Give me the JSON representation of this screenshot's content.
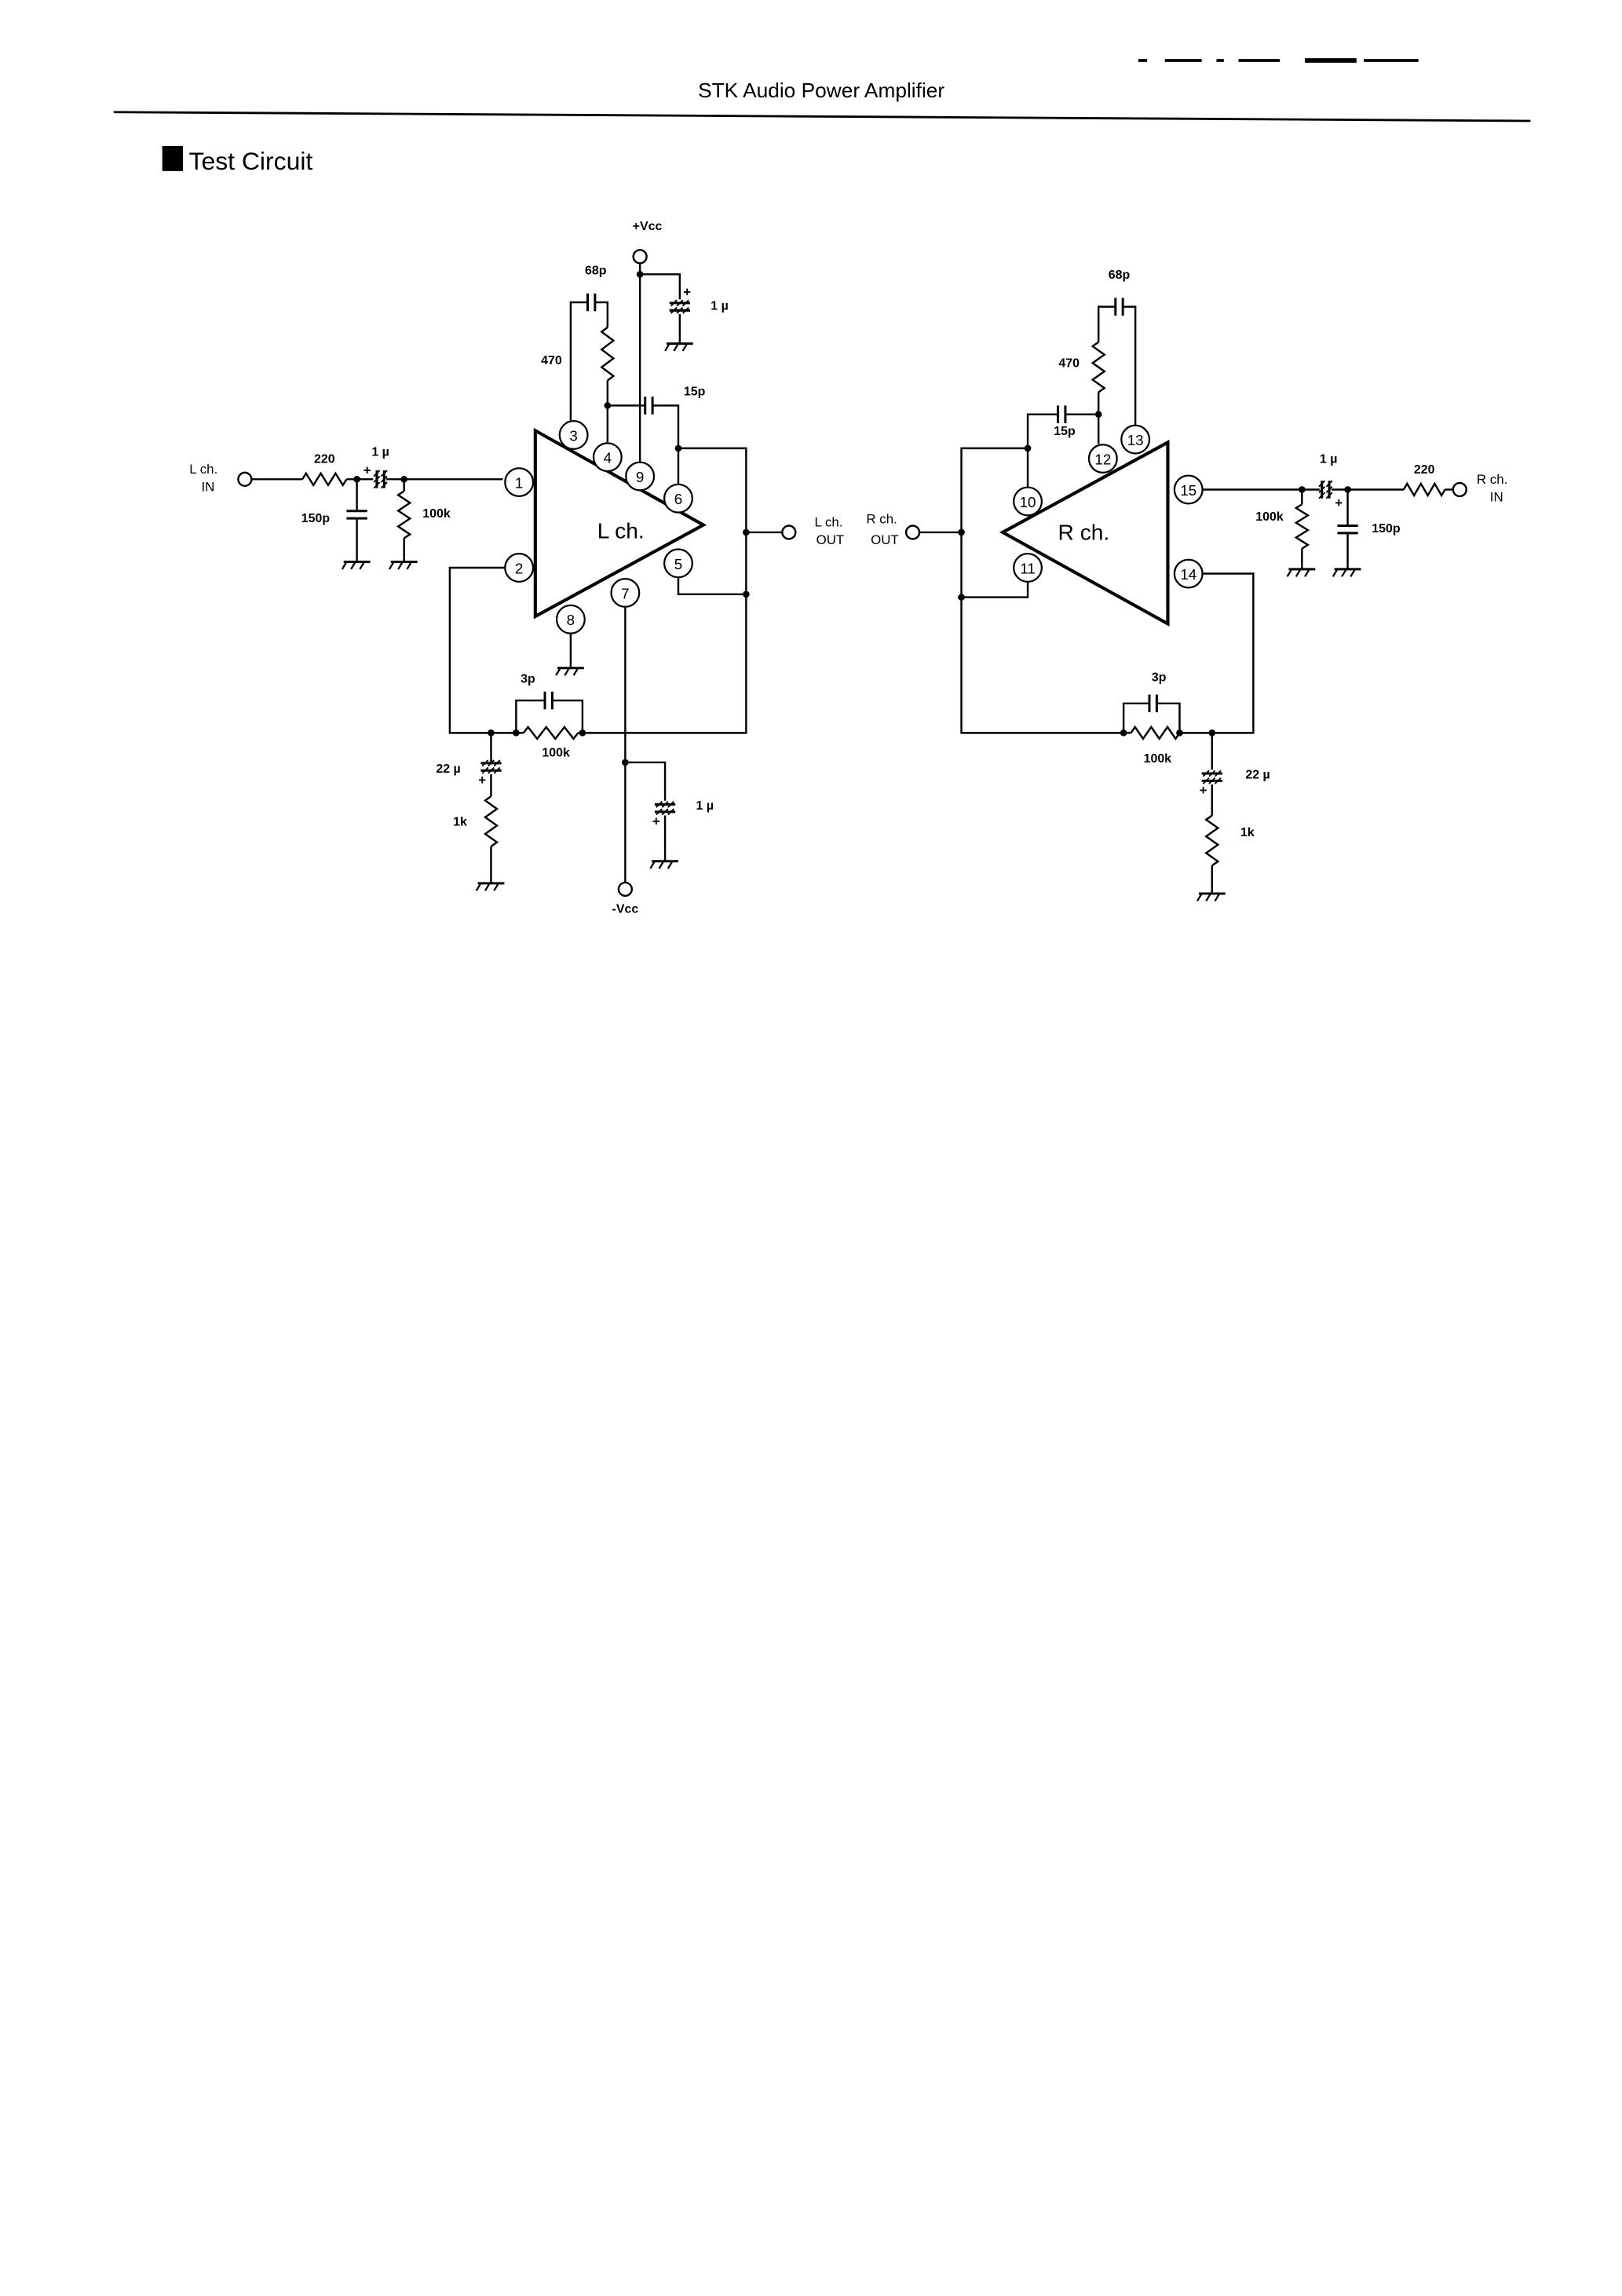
{
  "header": {
    "title": "STK Audio Power Amplifier",
    "section_title": "Test Circuit",
    "section_marker": "black-square"
  },
  "left_channel": {
    "block_label": "L ch.",
    "input_label": [
      "L ch.",
      "IN"
    ],
    "output_label": [
      "L ch.",
      "OUT"
    ],
    "pins": [
      "1",
      "2",
      "3",
      "4",
      "5",
      "6",
      "7",
      "8",
      "9"
    ],
    "vcc_pos": "+Vcc",
    "vcc_neg": "-Vcc",
    "components": {
      "r_in": "220",
      "c_in": "1 µ",
      "c_filter": "150p",
      "r_bias": "100k",
      "c_68p": "68p",
      "r_470": "470",
      "c_15p": "15p",
      "c_vcc_pos": "1 µ",
      "c_3p": "3p",
      "r_fb": "100k",
      "c_22u": "22 µ",
      "r_1k": "1k",
      "c_vcc_neg": "1 µ"
    }
  },
  "right_channel": {
    "block_label": "R ch.",
    "input_label": [
      "R ch.",
      "IN"
    ],
    "output_label": [
      "R ch.",
      "OUT"
    ],
    "pins": [
      "10",
      "11",
      "12",
      "13",
      "14",
      "15"
    ],
    "components": {
      "r_in": "220",
      "c_in": "1 µ",
      "c_filter": "150p",
      "r_bias": "100k",
      "c_68p": "68p",
      "r_470": "470",
      "c_15p": "15p",
      "c_3p": "3p",
      "r_fb": "100k",
      "c_22u": "22 µ",
      "r_1k": "1k"
    }
  },
  "polarity_mark": "+"
}
